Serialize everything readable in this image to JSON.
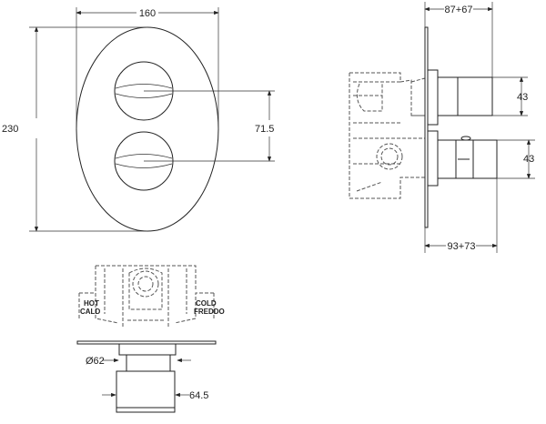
{
  "front_view": {
    "width_dim": "160",
    "height_dim": "230",
    "knob_spacing_dim": "71.5"
  },
  "side_view": {
    "upper_depth_dim": "87+67",
    "lower_depth_dim": "93+73",
    "upper_knob_dim": "43",
    "lower_knob_dim": "43"
  },
  "bottom_view": {
    "stem_diameter_dim": "Ø62",
    "knob_dim": "64.5",
    "hot_label": "HOT",
    "hot_label_it": "CALD",
    "cold_label": "COLD",
    "cold_label_it": "FREDDO"
  }
}
